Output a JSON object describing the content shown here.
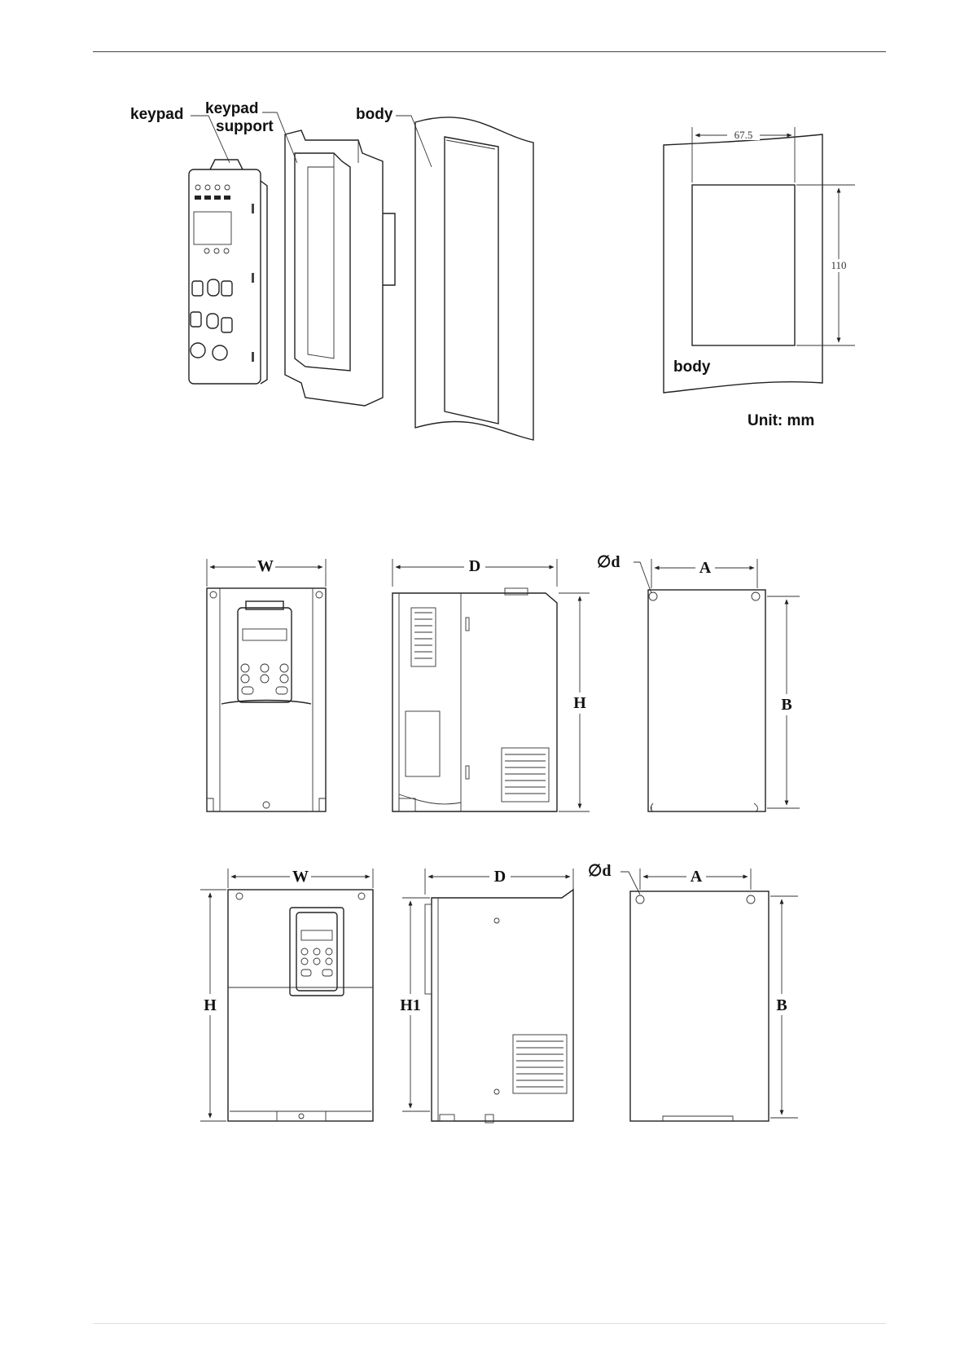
{
  "figure1": {
    "labels": {
      "keypad": "keypad",
      "keypad_support_1": "keypad",
      "keypad_support_2": "support",
      "body": "body"
    },
    "cutout": {
      "width": "67.5",
      "height": "110",
      "body": "body",
      "unit": "Unit: mm"
    }
  },
  "figure2": {
    "W": "W",
    "D": "D",
    "H": "H",
    "phi_d": "∅d",
    "A": "A",
    "B": "B"
  },
  "figure3": {
    "W": "W",
    "D": "D",
    "H": "H",
    "H1": "H1",
    "phi_d": "∅d",
    "A": "A",
    "B": "B"
  }
}
